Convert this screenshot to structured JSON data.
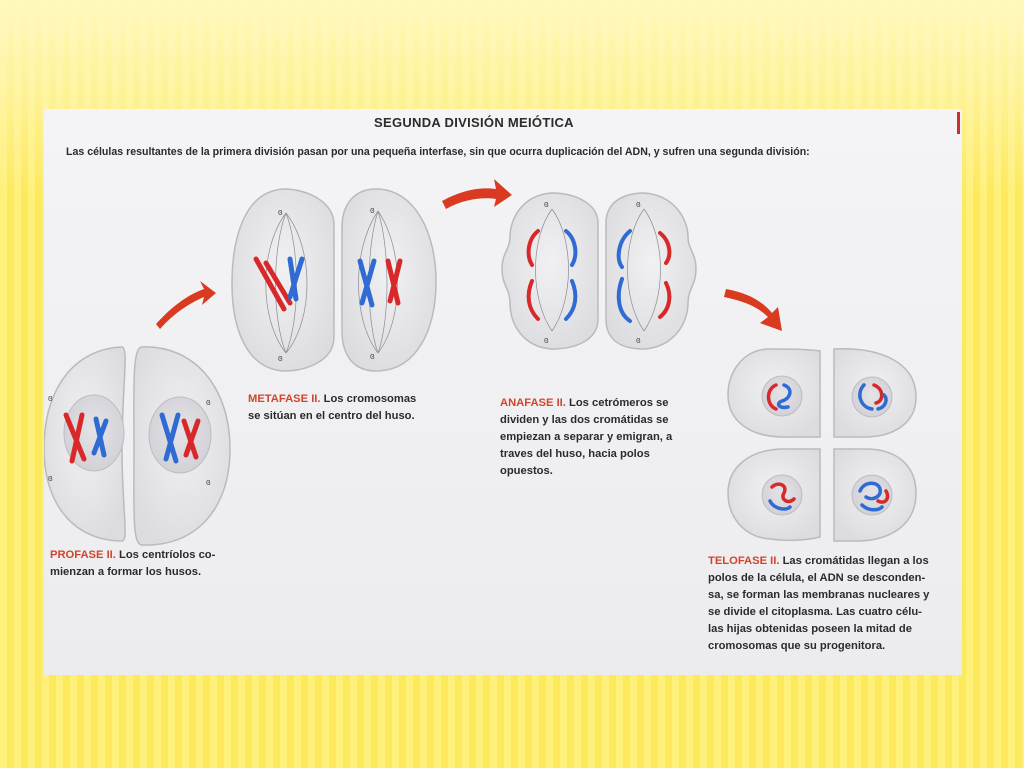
{
  "diagram": {
    "title": "SEGUNDA DIVISIÓN MEIÓTICA",
    "intro": "Las células resultantes de la primera división pasan por una pequeña interfase, sin que ocurra duplicación del ADN, y sufren una segunda división:",
    "colors": {
      "chromatid_a": "#d8282a",
      "chromatid_b": "#2f6bd3",
      "arrow": "#d93a20",
      "caption_head": "#d0452b",
      "cell_fill": "#e8e8ea",
      "cell_stroke": "#b9b9bf"
    },
    "stages": [
      {
        "id": "profase",
        "heading": "PROFASE II.",
        "lines": [
          "Los centríolos co-",
          "mienzan a formar los husos."
        ]
      },
      {
        "id": "metafase",
        "heading": "METAFASE II.",
        "lines": [
          "Los cromosomas",
          "se sitúan en el centro del huso."
        ]
      },
      {
        "id": "anafase",
        "heading": "ANAFASE II.",
        "lines": [
          "Los cetrómeros se",
          "dividen y las dos cromátidas se",
          "empiezan a separar y emigran, a",
          "traves del huso, hacia polos",
          "opuestos."
        ]
      },
      {
        "id": "telofase",
        "heading": "TELOFASE II.",
        "lines": [
          "Las cromátidas llegan a los",
          "polos de la célula, el ADN se desconden-",
          "sa, se forman las membranas nucleares y",
          "se divide el citoplasma. Las cuatro célu-",
          "las hijas obtenidas poseen la mitad de",
          "cromosomas que su progenitora."
        ]
      }
    ]
  }
}
